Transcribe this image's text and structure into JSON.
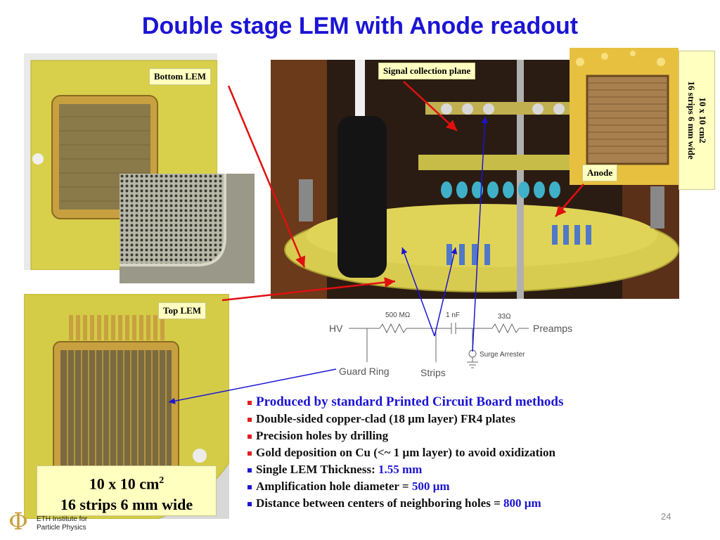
{
  "title": "Double stage LEM with Anode readout",
  "labels": {
    "bottom_lem": "Bottom LEM",
    "top_lem": "Top LEM",
    "signal_plane": "Signal collection plane",
    "anode": "Anode",
    "anode_spec_line1": "10 x 10 cm2",
    "anode_spec_line2": "16 strips 6 mm wide"
  },
  "big_caption": {
    "line1_base": "10 x 10 cm",
    "line1_sup": "2",
    "line2": "16 strips 6 mm wide"
  },
  "circuit": {
    "hv": "HV",
    "r1": "500 MΩ",
    "c1": "1 nF",
    "r2": "33Ω",
    "preamps": "Preamps",
    "surge": "Surge Arrester",
    "guard_ring": "Guard Ring",
    "strips": "Strips"
  },
  "bullets": [
    {
      "text": "Produced by standard Printed Circuit Board methods",
      "marker_color": "#e02020"
    },
    {
      "text": "Double-sided copper-clad (18 µm layer) FR4 plates",
      "marker_color": "#e02020"
    },
    {
      "text": "Precision holes by drilling",
      "marker_color": "#e02020"
    },
    {
      "text": "Gold deposition on Cu (<~ 1 µm layer) to avoid oxidization",
      "marker_color": "#e02020"
    },
    {
      "text": "Single LEM Thickness: ",
      "value": "1.55 mm",
      "marker_color": "#1c14d4"
    },
    {
      "text": "Amplification hole diameter = ",
      "value": "500 µm",
      "marker_color": "#1c14d4"
    },
    {
      "text": "Distance between centers of neighboring holes = ",
      "value": "800 µm",
      "marker_color": "#1c14d4"
    }
  ],
  "logo": {
    "symbol": "Φ",
    "line1": "ETH Institute for",
    "line2": "Particle Physics"
  },
  "page_number": "24",
  "colors": {
    "title": "#1c14d4",
    "pcb": "#d8d04a",
    "gold": "#c8a040",
    "label_bg": "#ffffc0",
    "arrow_red": "#e01010",
    "arrow_blue": "#1c14d4"
  }
}
